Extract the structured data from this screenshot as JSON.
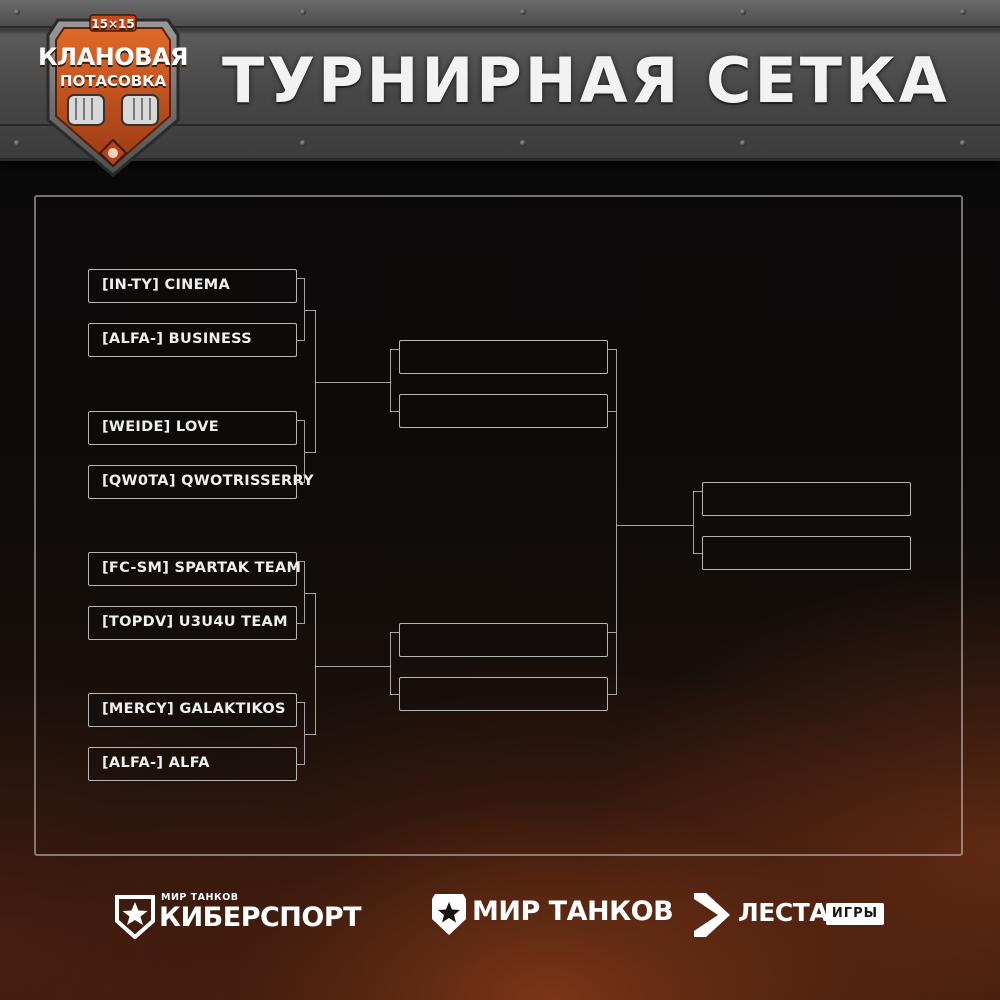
{
  "header": {
    "title": "ТУРНИРНАЯ СЕТКА",
    "badge": {
      "format": "15×15",
      "line1": "КЛАНОВАЯ",
      "line2": "ПОТАСОВКА"
    }
  },
  "bracket": {
    "round1": [
      {
        "team_a": "[IN-TY] CINEMA",
        "team_b": "[ALFA-] BUSINESS"
      },
      {
        "team_a": "[WEIDE] LOVE",
        "team_b": "[QW0TA] QWOTRISSERRY"
      },
      {
        "team_a": "[FC-SM] SPARTAK TEAM",
        "team_b": "[TOPDV] U3U4U TEAM"
      },
      {
        "team_a": "[MERCY] GALAKTIKOS",
        "team_b": "[ALFA-] ALFA"
      }
    ],
    "semifinals": [
      {
        "team_a": "",
        "team_b": ""
      },
      {
        "team_a": "",
        "team_b": ""
      }
    ],
    "final": {
      "team_a": "",
      "team_b": ""
    }
  },
  "footer": {
    "logos": [
      {
        "small": "МИР ТАНКОВ",
        "main": "КИБЕРСПОРТ",
        "icon": "star-shield-icon"
      },
      {
        "main": "МИР ТАНКОВ",
        "icon": "star-badge-icon"
      },
      {
        "main": "ЛЕСТА",
        "tag": "ИГРЫ",
        "icon": "chevron-arrow-icon"
      }
    ]
  },
  "colors": {
    "accent_orange": "#d9531e",
    "slot_border": "#e1e1e1",
    "text": "#efefef"
  }
}
